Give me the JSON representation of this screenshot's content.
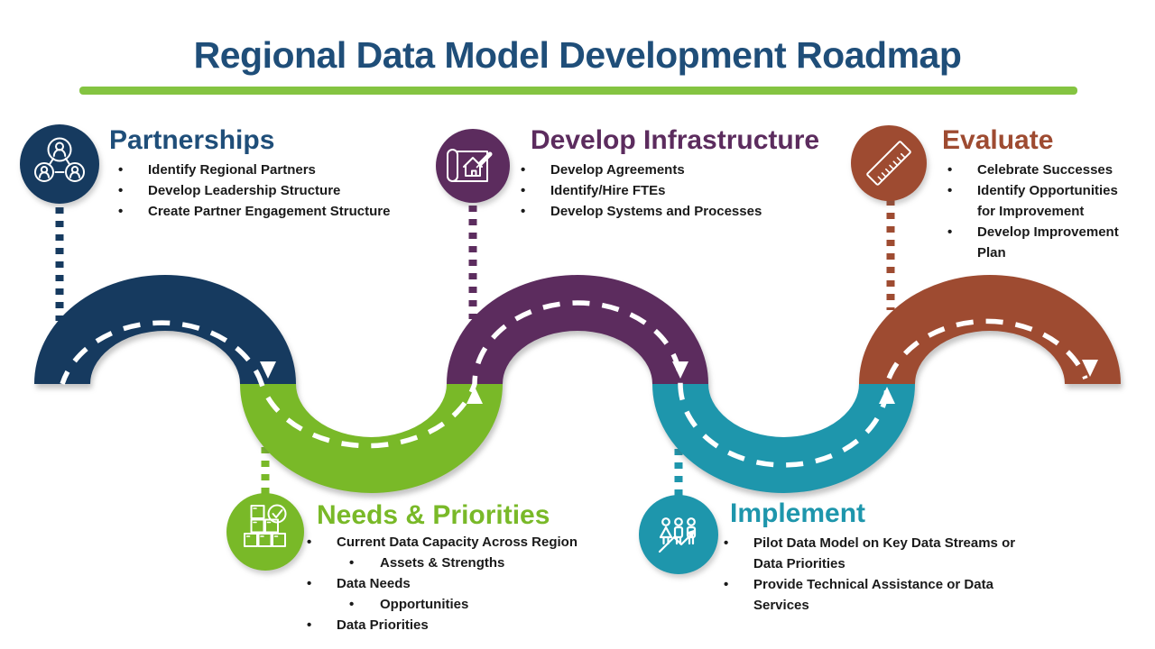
{
  "slide": {
    "title": "Regional Data Model Development Roadmap",
    "title_color": "#1F4E79",
    "underline_color": "#84C441",
    "background": "#FFFFFF",
    "bullet_text_color": "#1A1A1A",
    "road_dash_color": "#FFFFFF"
  },
  "glyphs": {
    "bullet": "•"
  },
  "stages": [
    {
      "id": "partnerships",
      "title": "Partnerships",
      "color": "#163A5F",
      "title_color": "#1F4E79",
      "icon": "people-network-icon",
      "bullets": [
        {
          "level": 1,
          "text": "Identify Regional Partners"
        },
        {
          "level": 1,
          "text": "Develop Leadership Structure"
        },
        {
          "level": 1,
          "text": "Create Partner Engagement Structure"
        }
      ]
    },
    {
      "id": "needs-priorities",
      "title": "Needs & Priorities",
      "color": "#79B928",
      "title_color": "#79B928",
      "icon": "inventory-check-icon",
      "bullets": [
        {
          "level": 1,
          "text": "Current Data Capacity Across Region"
        },
        {
          "level": 2,
          "text": "Assets & Strengths"
        },
        {
          "level": 1,
          "text": "Data Needs"
        },
        {
          "level": 2,
          "text": "Opportunities"
        },
        {
          "level": 1,
          "text": "Data Priorities"
        }
      ]
    },
    {
      "id": "develop-infrastructure",
      "title": "Develop Infrastructure",
      "color": "#5C2C5E",
      "title_color": "#5C2C5E",
      "icon": "blueprint-icon",
      "bullets": [
        {
          "level": 1,
          "text": "Develop Agreements"
        },
        {
          "level": 1,
          "text": "Identify/Hire FTEs"
        },
        {
          "level": 1,
          "text": "Develop Systems and Processes"
        }
      ]
    },
    {
      "id": "implement",
      "title": "Implement",
      "color": "#1E96AC",
      "title_color": "#1E96AC",
      "icon": "team-growth-icon",
      "bullets": [
        {
          "level": 1,
          "text": "Pilot Data Model on Key Data Streams or Data Priorities"
        },
        {
          "level": 1,
          "text": "Provide Technical Assistance or Data Services"
        }
      ]
    },
    {
      "id": "evaluate",
      "title": "Evaluate",
      "color": "#9E4B31",
      "title_color": "#9E4B31",
      "icon": "ruler-icon",
      "bullets": [
        {
          "level": 1,
          "text": "Celebrate Successes"
        },
        {
          "level": 1,
          "text": "Identify Opportunities for Improvement"
        },
        {
          "level": 1,
          "text": "Develop Improvement Plan"
        }
      ]
    }
  ]
}
